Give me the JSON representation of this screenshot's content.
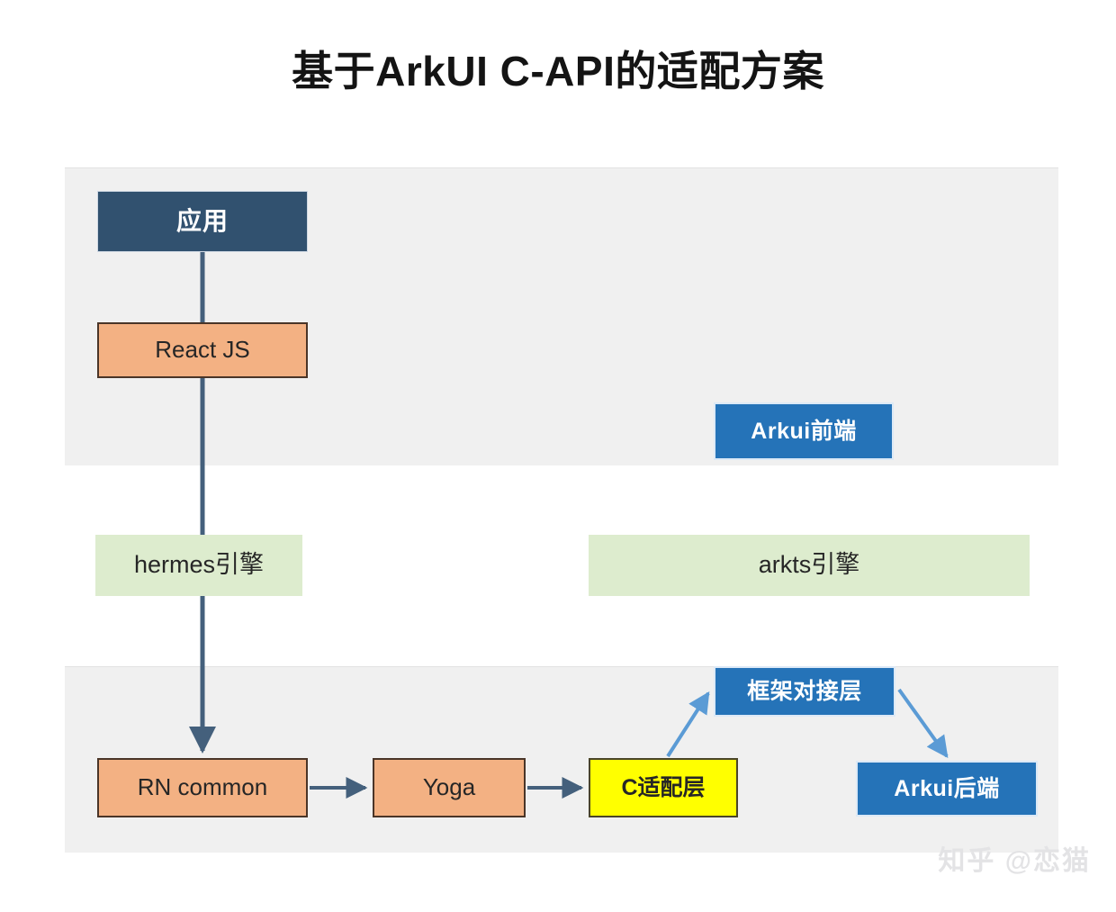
{
  "page": {
    "title": "基于ArkUI C-API的适配方案",
    "watermark": "知乎 @恋猫",
    "background": "#ffffff"
  },
  "colors": {
    "band": "#f0f0f0",
    "navy": "#31516f",
    "orange": "#f3b183",
    "orange_border": "#4a3528",
    "green": "#ddecce",
    "blue": "#2573b8",
    "blue_border": "#dce9f6",
    "yellow": "#ffff00",
    "yellow_border": "#4a4528",
    "arrow_dark": "#44607c",
    "arrow_light": "#5b9bd5",
    "watermark": "#e3e3e5"
  },
  "bands": [
    {
      "name": "frontend-band",
      "label": ""
    },
    {
      "name": "backend-band",
      "label": ""
    }
  ],
  "nodes": {
    "app": {
      "label": "应用",
      "fill": "#31516f",
      "text": "#ffffff"
    },
    "react_js": {
      "label": "React JS",
      "fill": "#f3b183",
      "text": "#262626"
    },
    "arkui_frontend": {
      "label": "Arkui前端",
      "fill": "#2573b8",
      "text": "#ffffff"
    },
    "hermes_engine": {
      "label": "hermes引擎",
      "fill": "#ddecce",
      "text": "#262626"
    },
    "arkts_engine": {
      "label": "arkts引擎",
      "fill": "#ddecce",
      "text": "#262626"
    },
    "rn_common": {
      "label": "RN common",
      "fill": "#f3b183",
      "text": "#262626"
    },
    "yoga": {
      "label": "Yoga",
      "fill": "#f3b183",
      "text": "#262626"
    },
    "c_adapter": {
      "label": "C适配层",
      "fill": "#ffff00",
      "text": "#262626"
    },
    "bridge_layer": {
      "label": "框架对接层",
      "fill": "#2573b8",
      "text": "#ffffff"
    },
    "arkui_backend": {
      "label": "Arkui后端",
      "fill": "#2573b8",
      "text": "#ffffff"
    }
  },
  "edges": [
    {
      "name": "app-to-rn-common",
      "from": "应用",
      "to": "RN common",
      "style": "solid",
      "color": "#44607c",
      "arrow": "end"
    },
    {
      "name": "rn-common-to-yoga",
      "from": "RN common",
      "to": "Yoga",
      "style": "solid",
      "color": "#44607c",
      "arrow": "end"
    },
    {
      "name": "yoga-to-c-adapter",
      "from": "Yoga",
      "to": "C适配层",
      "style": "solid",
      "color": "#44607c",
      "arrow": "end"
    },
    {
      "name": "c-adapter-to-bridge-layer",
      "from": "C适配层",
      "to": "框架对接层",
      "style": "solid",
      "color": "#5b9bd5",
      "arrow": "end"
    },
    {
      "name": "bridge-layer-to-arkui-backend",
      "from": "框架对接层",
      "to": "Arkui后端",
      "style": "solid",
      "color": "#5b9bd5",
      "arrow": "end"
    }
  ]
}
